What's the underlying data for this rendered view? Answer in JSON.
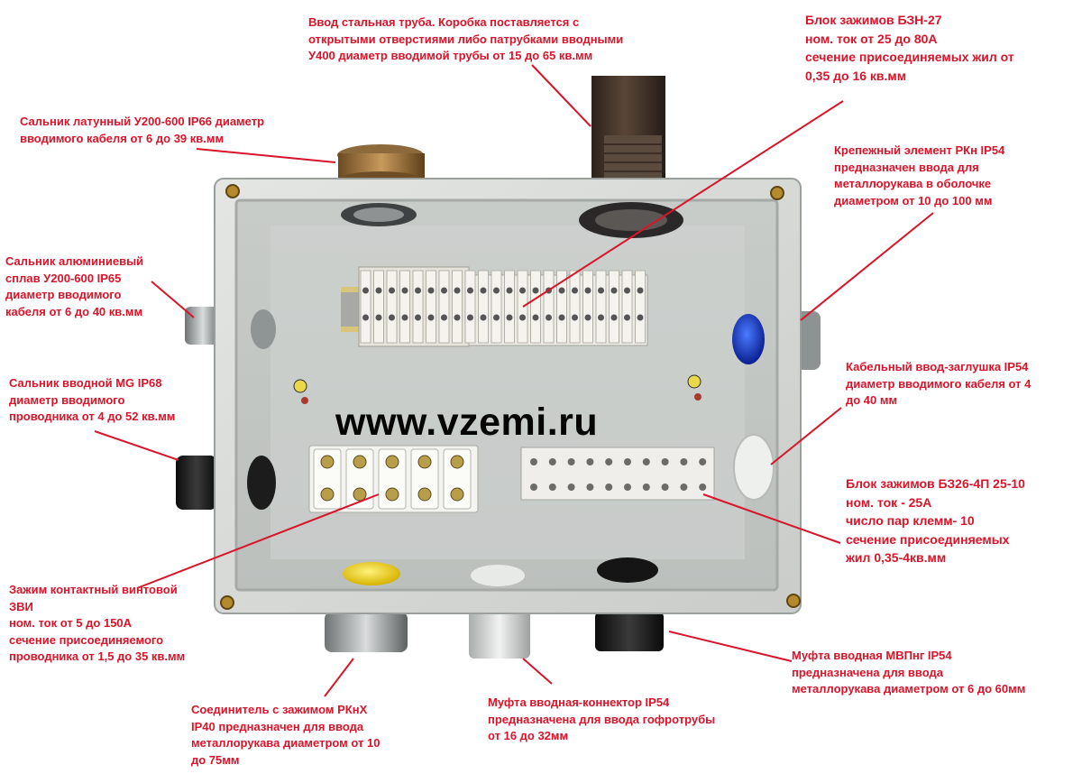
{
  "photo": {
    "watermark": "www.vzemi.ru",
    "colors": {
      "label": "#d8152a",
      "box": "#d9dcd8",
      "box_inner": "#c4c8c4",
      "pipe": "#3b2f28"
    }
  },
  "labels": [
    {
      "id": "steel-pipe",
      "lines": [
        "Ввод стальная труба. Коробка поставляется с",
        "открытыми отверстиями либо патрубками вводными",
        "У400 диаметр вводимой трубы от 15 до 65 кв.мм"
      ]
    },
    {
      "id": "terminal-bzn27",
      "lines": [
        "Блок зажимов БЗН-27",
        "ном. ток от 25 до 80А",
        "сечение присоединяемых жил от",
        "0,35 до 16 кв.мм"
      ]
    },
    {
      "id": "brass-gland",
      "lines": [
        "Сальник латунный У200-600 IP66 диаметр",
        "вводимого кабеля от 6 до 39 кв.мм"
      ]
    },
    {
      "id": "rkn-element",
      "lines": [
        "Крепежный элемент РКн IP54",
        "предназначен ввода для",
        "металлорукава в оболочке",
        "диаметром от 10 до 100 мм"
      ]
    },
    {
      "id": "aluminium-gland",
      "lines": [
        "Сальник алюминиевый",
        "сплав У200-600 IP65",
        "диаметр вводимого",
        "кабеля от 6 до 40 кв.мм"
      ]
    },
    {
      "id": "cable-plug",
      "lines": [
        "Кабельный ввод-заглушка IP54",
        "диаметр вводимого кабеля от 4",
        "до 40 мм"
      ]
    },
    {
      "id": "mg-gland",
      "lines": [
        "Сальник вводной MG IP68",
        "диаметр вводимого",
        "проводника от 4 до 52 кв.мм"
      ]
    },
    {
      "id": "terminal-bz26",
      "lines": [
        "Блок зажимов БЗ26-4П 25-10",
        "ном. ток - 25А",
        "число пар клемм- 10",
        "сечение присоединяемых",
        "жил 0,35-4кв.мм"
      ]
    },
    {
      "id": "zvi-clamp",
      "lines": [
        "Зажим контактный винтовой",
        "ЗВИ",
        "ном. ток от 5 до 150А",
        "сечение присоединяемого",
        "проводника от 1,5 до 35 кв.мм"
      ]
    },
    {
      "id": "mvpng-coupling",
      "lines": [
        "Муфта вводная МВПнг IP54",
        "предназначена для ввода",
        "металлорукава диаметром от 6 до 60мм"
      ]
    },
    {
      "id": "rknx-connector",
      "lines": [
        "Соединитель с зажимом РКнХ",
        "IP40 предназначен для ввода",
        "металлорукава диаметром от 10",
        "до 75мм"
      ]
    },
    {
      "id": "coupling-connector",
      "lines": [
        "Муфта вводная-коннектор IP54",
        "предназначена для ввода гофротрубы",
        "от 16 до 32мм"
      ]
    }
  ]
}
